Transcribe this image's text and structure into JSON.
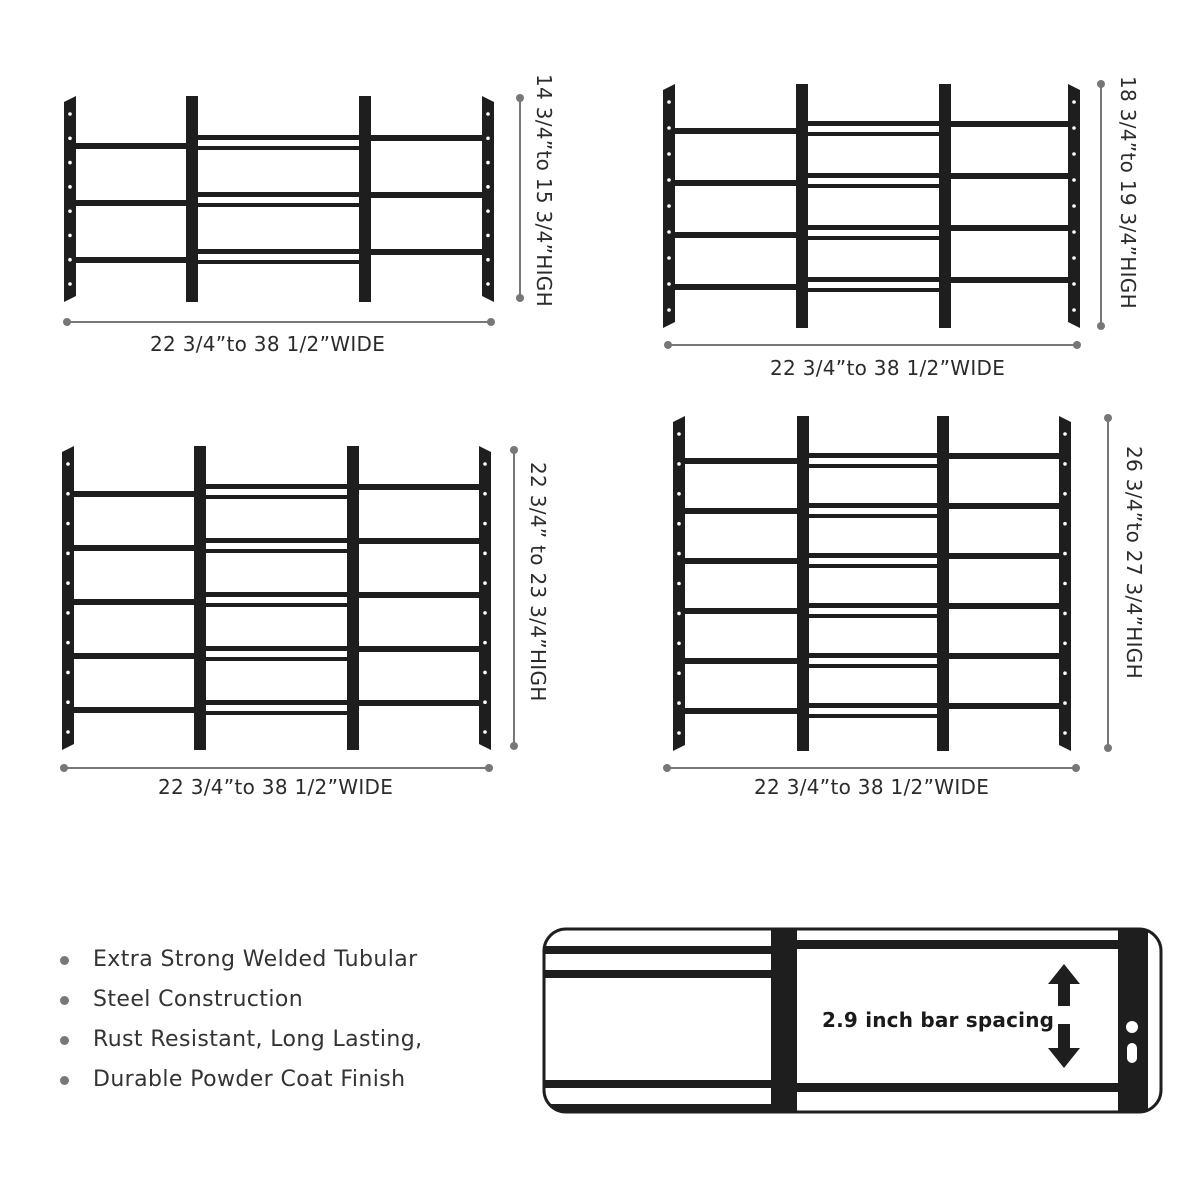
{
  "colors": {
    "steel": "#1e1e1e",
    "dimension": "#777777",
    "text": "#2b2b2b",
    "bullet": "#777777"
  },
  "panels": [
    {
      "id": "panel-1",
      "bars": 3,
      "width_label": "22 3/4”to 38 1/2”WIDE",
      "height_label": "14 3/4”to 15 3/4”HIGH"
    },
    {
      "id": "panel-2",
      "bars": 4,
      "width_label": "22 3/4”to 38 1/2”WIDE",
      "height_label": "18 3/4”to 19 3/4”HIGH"
    },
    {
      "id": "panel-3",
      "bars": 5,
      "width_label": "22 3/4”to 38 1/2”WIDE",
      "height_label": "22 3/4” to 23 3/4”HIGH"
    },
    {
      "id": "panel-4",
      "bars": 6,
      "width_label": "22 3/4”to 38 1/2”WIDE",
      "height_label": "26 3/4”to 27 3/4”HIGH"
    }
  ],
  "features": [
    "Extra Strong Welded Tubular",
    "Steel Construction",
    "Rust Resistant, Long Lasting,",
    "Durable Powder Coat Finish"
  ],
  "detail": {
    "spacing_label": "2.9 inch bar spacing",
    "arrow_icon": "up-down-arrow-icon"
  }
}
